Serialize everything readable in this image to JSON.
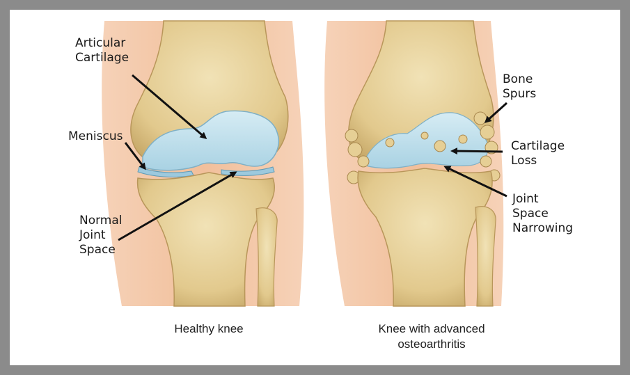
{
  "labels": {
    "articular_cartilage": "Articular\nCartilage",
    "meniscus": "Meniscus",
    "normal_joint_space": "Normal\nJoint\nSpace",
    "bone_spurs": "Bone\nSpurs",
    "cartilage_loss": "Cartilage\nLoss",
    "joint_space_narrowing": "Joint\nSpace\nNarrowing"
  },
  "captions": {
    "healthy": "Healthy knee",
    "arthritic": "Knee with advanced\nosteoarthritis"
  },
  "colors": {
    "frame": "#8b8b8b",
    "skin": "#f3c3a2",
    "bone": "#e8d5a0",
    "bone_shadow": "#c9ae72",
    "cartilage": "#b9dbe8",
    "arrow": "#111111"
  }
}
